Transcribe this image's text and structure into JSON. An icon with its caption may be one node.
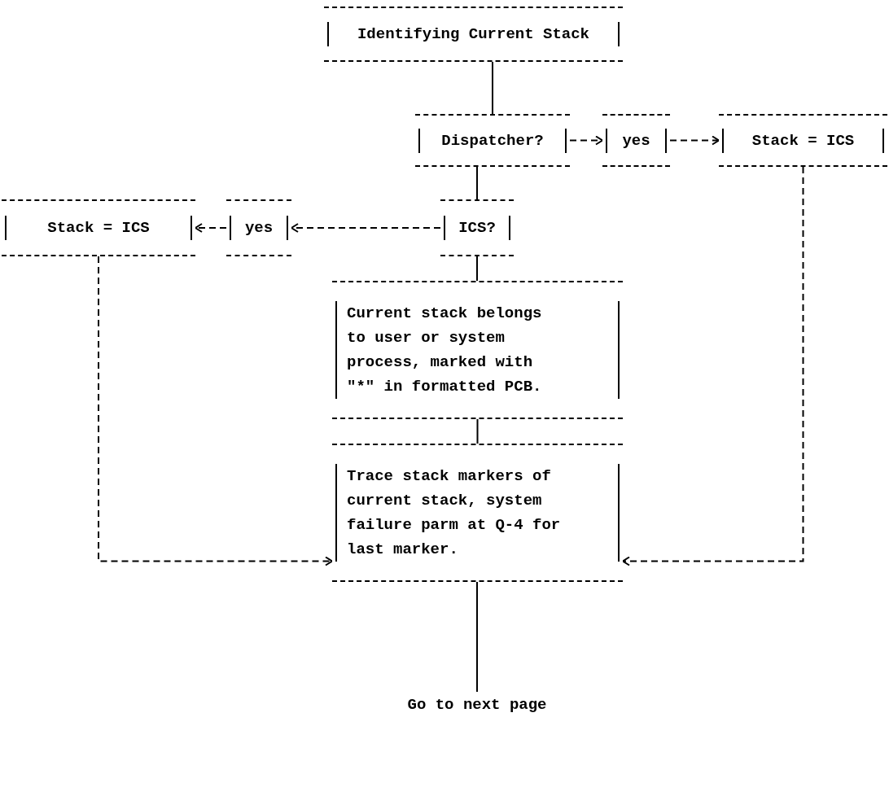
{
  "diagram": {
    "nodes": [
      {
        "text": [
          "Identifying Current Stack"
        ]
      },
      {
        "text": [
          "Dispatcher?"
        ]
      },
      {
        "text": [
          "yes"
        ]
      },
      {
        "text": [
          "Stack = ICS"
        ]
      },
      {
        "text": [
          "Stack = ICS"
        ]
      },
      {
        "text": [
          "yes"
        ]
      },
      {
        "text": [
          "ICS?"
        ]
      },
      {
        "text": [
          "Current stack belongs to user or system process, marked with \"*\" in formatted PCB."
        ]
      },
      {
        "text": [
          "Trace stack markers of current stack, system failure parm at Q-4 for last marker."
        ]
      },
      {
        "text": [
          "Go to next page"
        ]
      }
    ],
    "edges": [
      {
        "from": 0,
        "to": 1,
        "arrow": "none"
      },
      {
        "from": 1,
        "to": 2,
        "arrow": "to",
        "style": "dashed"
      },
      {
        "from": 2,
        "to": 3,
        "arrow": "to",
        "style": "dashed"
      },
      {
        "from": 1,
        "to": 6,
        "arrow": "none"
      },
      {
        "from": 6,
        "to": 5,
        "arrow": "to",
        "style": "dashed"
      },
      {
        "from": 5,
        "to": 4,
        "arrow": "to",
        "style": "dashed"
      },
      {
        "from": 6,
        "to": 7,
        "arrow": "none"
      },
      {
        "from": 7,
        "to": 8,
        "arrow": "none"
      },
      {
        "from": 3,
        "to": 8,
        "arrow": "to",
        "style": "dashed"
      },
      {
        "from": 4,
        "to": 8,
        "arrow": "to",
        "style": "dashed"
      },
      {
        "from": 8,
        "to": 9,
        "arrow": "none"
      }
    ]
  }
}
